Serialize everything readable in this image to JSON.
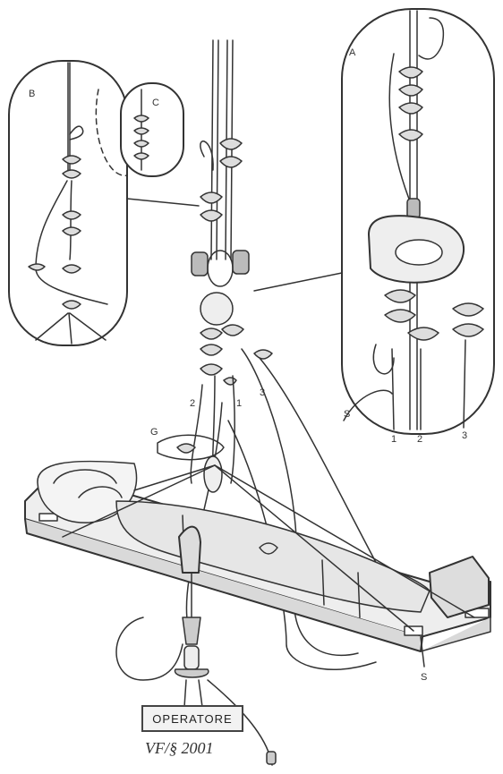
{
  "labels": {
    "a": "A",
    "b": "B",
    "c": "C",
    "s_detail": "S",
    "s_main": "S",
    "g": "G",
    "detail_1": "1",
    "detail_2": "2",
    "detail_3": "3",
    "main_1": "1",
    "main_2": "2",
    "main_3": "3"
  },
  "sign": {
    "operatore": "OPERATORE"
  },
  "credit": "VF/§ 2001",
  "colors": {
    "stroke": "#333333",
    "fill_light": "#eeeeee",
    "fill_mid": "#d9d9d9",
    "background": "#ffffff"
  }
}
